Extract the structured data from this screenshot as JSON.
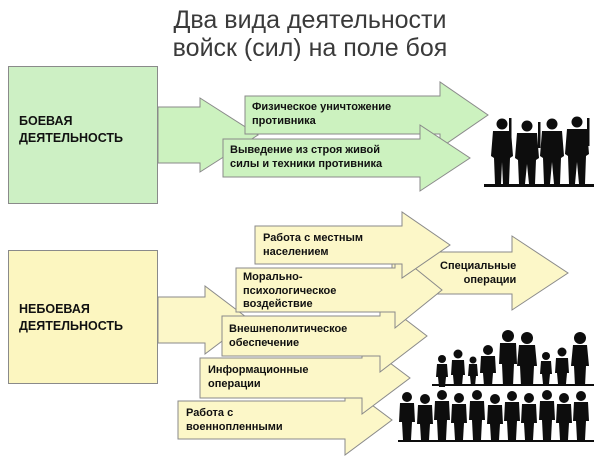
{
  "title": {
    "line1": "Два вида деятельности",
    "line2": "войск (сил) на поле боя"
  },
  "combat": {
    "box_line1": "БОЕВАЯ",
    "box_line2": "ДЕЯТЕЛЬНОСТЬ",
    "items": [
      {
        "line1": "Физическое уничтожение",
        "line2": "противника"
      },
      {
        "line1": "Выведение из строя живой",
        "line2": "силы и техники противника"
      }
    ]
  },
  "noncombat": {
    "box_line1": "НЕБОЕВАЯ",
    "box_line2": "ДЕЯТЕЛЬНОСТЬ",
    "items": [
      {
        "lines": [
          "Работа с местным",
          "населением"
        ]
      },
      {
        "lines": [
          "Морально-",
          "психологическое",
          "воздействие"
        ]
      },
      {
        "lines": [
          "Внешнеполитическое",
          "обеспечение"
        ]
      },
      {
        "lines": [
          "Информационные",
          "операции"
        ]
      },
      {
        "lines": [
          "Работа с",
          "военнопленными"
        ]
      }
    ],
    "special": {
      "line1": "Специальные",
      "line2": "операции"
    }
  },
  "colors": {
    "green_box": "#cdf0c4",
    "green_arrow": "#ccf2bf",
    "yellow_box": "#fcf6c0",
    "yellow_arrow": "#fcf7c8",
    "outline": "#8a8a8a",
    "silhouette": "#0d0d0d"
  },
  "illustrations": [
    "soldiers-silhouette",
    "civilians-silhouette"
  ]
}
